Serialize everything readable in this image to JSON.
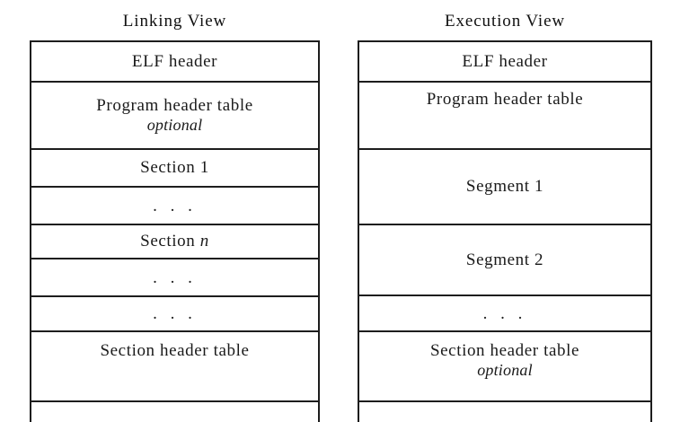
{
  "diagram": {
    "title_left": "Linking View",
    "title_right": "Execution View"
  },
  "linking_view": {
    "rows": [
      {
        "label": "ELF header",
        "sub": "",
        "kind": "text"
      },
      {
        "label": "Program header table",
        "sub": "optional",
        "kind": "text"
      },
      {
        "label": "Section 1",
        "sub": "",
        "kind": "text"
      },
      {
        "label": ". . .",
        "sub": "",
        "kind": "ellipsis"
      },
      {
        "label": "Section n",
        "sub": "",
        "kind": "text-italic-tail"
      },
      {
        "label": ". . .",
        "sub": "",
        "kind": "ellipsis"
      },
      {
        "label": ". . .",
        "sub": "",
        "kind": "ellipsis"
      },
      {
        "label": "Section header table",
        "sub": "",
        "kind": "text"
      }
    ]
  },
  "execution_view": {
    "rows": [
      {
        "label": "ELF header",
        "sub": "",
        "kind": "text"
      },
      {
        "label": "Program header table",
        "sub": "",
        "kind": "text"
      },
      {
        "label": "Segment 1",
        "sub": "",
        "kind": "text"
      },
      {
        "label": "Segment 2",
        "sub": "",
        "kind": "text"
      },
      {
        "label": ". . .",
        "sub": "",
        "kind": "ellipsis"
      },
      {
        "label": "Section header table",
        "sub": "optional",
        "kind": "text"
      }
    ]
  },
  "colors": {
    "line": "#1d1d1d",
    "text": "#111111",
    "background": "#ffffff"
  }
}
